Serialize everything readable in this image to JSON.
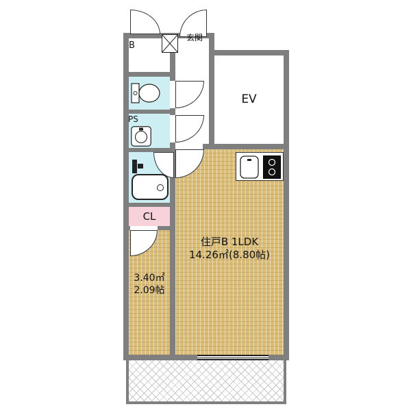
{
  "floorplan": {
    "labels": {
      "entrance": "玄関",
      "meter_box": "B",
      "elevator": "EV",
      "pipe_space": "PS",
      "closet": "CL"
    },
    "unit_label": {
      "line1": "住戸B 1LDK",
      "line2": "14.26㎡(8.80帖)"
    },
    "west_room": {
      "line1": "3.40㎡",
      "line2": "2.09帖"
    },
    "colors": {
      "wall": "#7f7f7f",
      "tatami": "#dcbd74",
      "wet_area": "#cdeef2",
      "closet_pink": "#f7d2da",
      "room_white": "#ffffff",
      "balcony_hatch": "#c9c9c9"
    },
    "icons": [
      "entrance-door-arc-icon",
      "meter-box-door-arc-icon",
      "shoe-cabinet-icon",
      "toilet-icon",
      "washbasin-icon",
      "faucet-icon",
      "bathtub-icon",
      "kitchen-sink-icon",
      "stove-icon",
      "sliding-window-icon"
    ]
  }
}
